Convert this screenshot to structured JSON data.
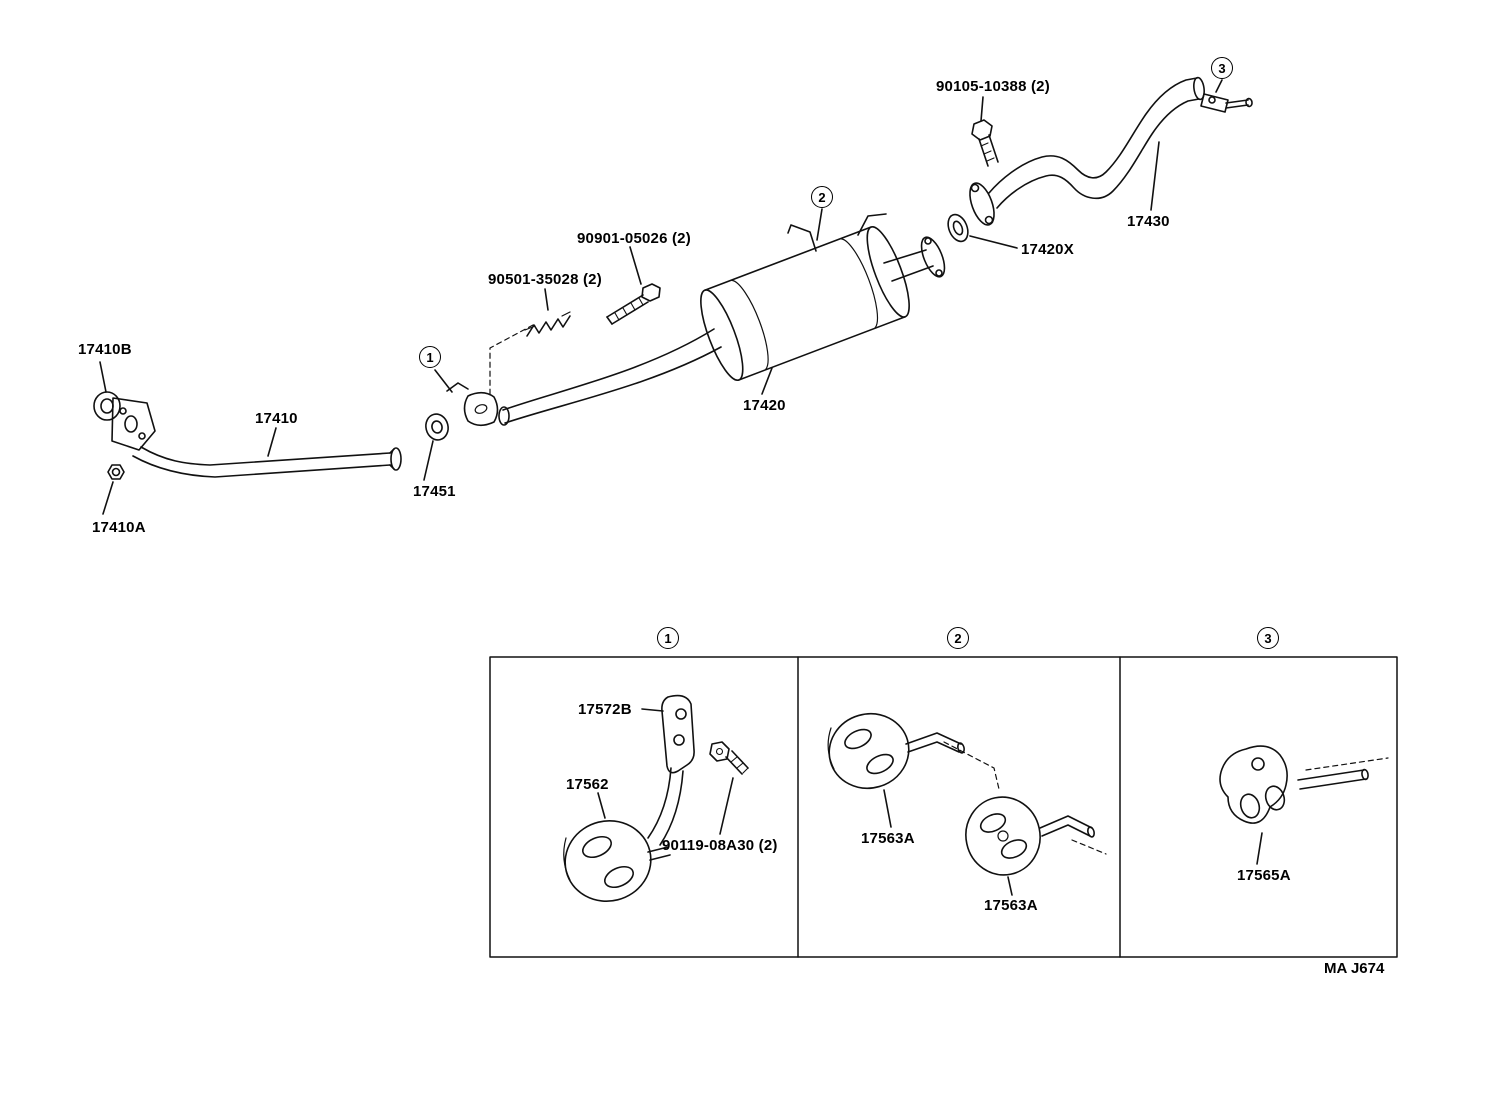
{
  "diagram": {
    "main": {
      "labels": {
        "front_gasket": "17410B",
        "front_nut": "17410A",
        "front_pipe": "17410",
        "center_gasket": "17451",
        "clamp_spring": "90501-35028 (2)",
        "clamp_bolt": "90901-05026 (2)",
        "center_muffler": "17420",
        "muffler_gasket": "17420X",
        "tail_bolt": "90105-10388 (2)",
        "tail_pipe": "17430"
      },
      "callouts": {
        "one": "1",
        "two": "2",
        "three": "3"
      }
    },
    "detail": {
      "callouts": {
        "one": "1",
        "two": "2",
        "three": "3"
      },
      "labels": {
        "bracket": "17572B",
        "hanger_front": "17562",
        "bracket_bolt": "90119-08A30 (2)",
        "hanger_center_a": "17563A",
        "hanger_center_b": "17563A",
        "hanger_rear": "17565A"
      }
    },
    "footer_code": "MA J674"
  }
}
